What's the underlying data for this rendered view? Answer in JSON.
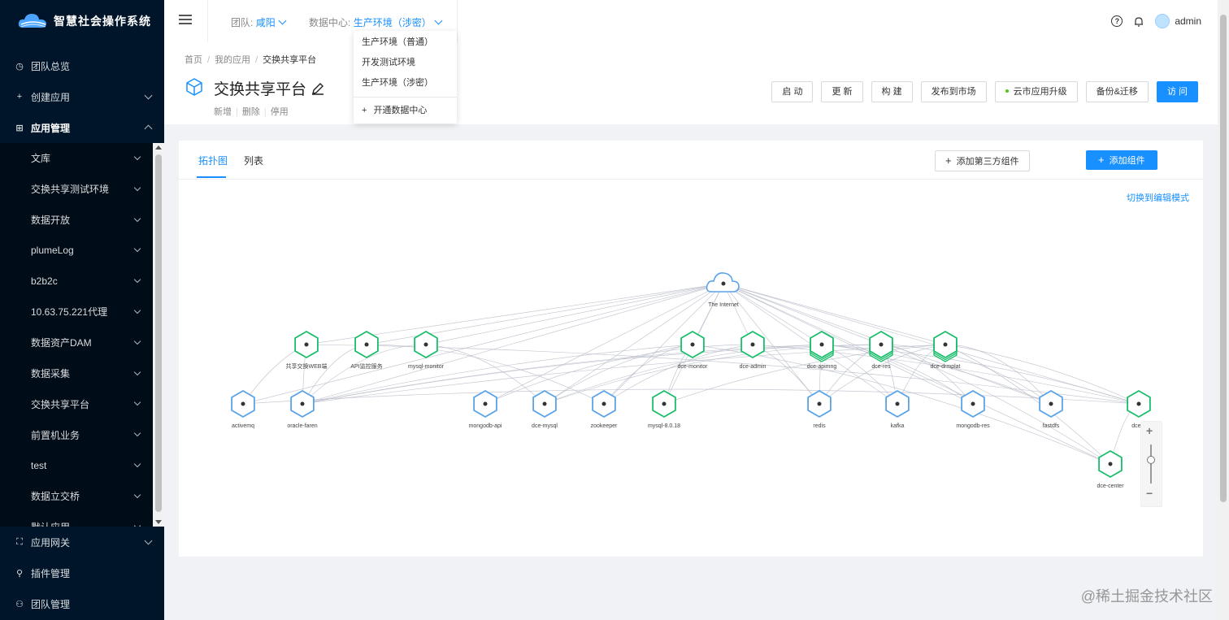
{
  "brand": {
    "name": "智慧社会操作系统"
  },
  "sidebar": {
    "top_items": [
      {
        "label": "团队总览",
        "icon": "dashboard-icon"
      },
      {
        "label": "创建应用",
        "icon": "plus-icon"
      },
      {
        "label": "应用管理",
        "icon": "grid-icon"
      }
    ],
    "sub_items": [
      "文库",
      "交换共享测试环境",
      "数据开放",
      "plumeLog",
      "b2b2c",
      "10.63.75.221代理",
      "数据资产DAM",
      "数据采集",
      "交换共享平台",
      "前置机业务",
      "test",
      "数据立交桥",
      "默认应用"
    ],
    "bottom_items": [
      {
        "label": "应用网关",
        "icon": "gateway-icon"
      },
      {
        "label": "插件管理",
        "icon": "plugin-icon"
      },
      {
        "label": "团队管理",
        "icon": "team-icon"
      }
    ]
  },
  "header": {
    "team_label": "团队:",
    "team_value": "咸阳",
    "dc_label": "数据中心:",
    "dc_value": "生产环境（涉密）",
    "user": "admin"
  },
  "dropdown": {
    "items": [
      "生产环境（普通）",
      "开发测试环境",
      "生产环境（涉密）"
    ],
    "open_dc": "开通数据中心"
  },
  "breadcrumb": [
    "首页",
    "我的应用",
    "交换共享平台"
  ],
  "app": {
    "title": "交换共享平台",
    "links": [
      "新增",
      "删除",
      "停用"
    ]
  },
  "actions": [
    "启 动",
    "更 新",
    "构 建",
    "发布到市场",
    "云市应用升级",
    "备份&迁移",
    "访 问"
  ],
  "tabs": [
    "拓扑图",
    "列表"
  ],
  "buttons": {
    "add_third": "添加第三方组件",
    "add_component": "添加组件",
    "switch_mode": "切换到编辑模式"
  },
  "topology": {
    "internet": "The Internet",
    "nodes": [
      {
        "id": "n1",
        "label": "共享交换WEB端",
        "color": "green",
        "stack": false
      },
      {
        "id": "n2",
        "label": "API监控服务",
        "color": "green",
        "stack": false
      },
      {
        "id": "n3",
        "label": "mysql-monitor",
        "color": "green",
        "stack": false
      },
      {
        "id": "n4",
        "label": "dce-monitor",
        "color": "green",
        "stack": false
      },
      {
        "id": "n5",
        "label": "dce-admin",
        "color": "green",
        "stack": false
      },
      {
        "id": "n6",
        "label": "dce-apimng",
        "color": "green",
        "stack": true
      },
      {
        "id": "n7",
        "label": "dce-res",
        "color": "green",
        "stack": true
      },
      {
        "id": "n8",
        "label": "dce-drmplat",
        "color": "green",
        "stack": true
      },
      {
        "id": "n9",
        "label": "activemq",
        "color": "blue",
        "stack": false
      },
      {
        "id": "n10",
        "label": "oracle-faren",
        "color": "blue",
        "stack": false
      },
      {
        "id": "n11",
        "label": "mongodb-api",
        "color": "blue",
        "stack": false
      },
      {
        "id": "n12",
        "label": "dce-mysql",
        "color": "blue",
        "stack": false
      },
      {
        "id": "n13",
        "label": "zookeeper",
        "color": "blue",
        "stack": false
      },
      {
        "id": "n14",
        "label": "mysql-8.0.18",
        "color": "green",
        "stack": false
      },
      {
        "id": "n15",
        "label": "redis",
        "color": "blue",
        "stack": false
      },
      {
        "id": "n16",
        "label": "kafka",
        "color": "blue",
        "stack": false
      },
      {
        "id": "n17",
        "label": "mongodb-res",
        "color": "blue",
        "stack": false
      },
      {
        "id": "n18",
        "label": "fastdfs",
        "color": "blue",
        "stack": false
      },
      {
        "id": "n19",
        "label": "dce-g",
        "color": "green",
        "stack": false
      },
      {
        "id": "n20",
        "label": "dce-center",
        "color": "green",
        "stack": false
      }
    ],
    "colors": {
      "green": "#19be6b",
      "blue": "#5aa3e8",
      "edge": "#b8bcc8"
    }
  },
  "watermark": "@稀土掘金技术社区"
}
